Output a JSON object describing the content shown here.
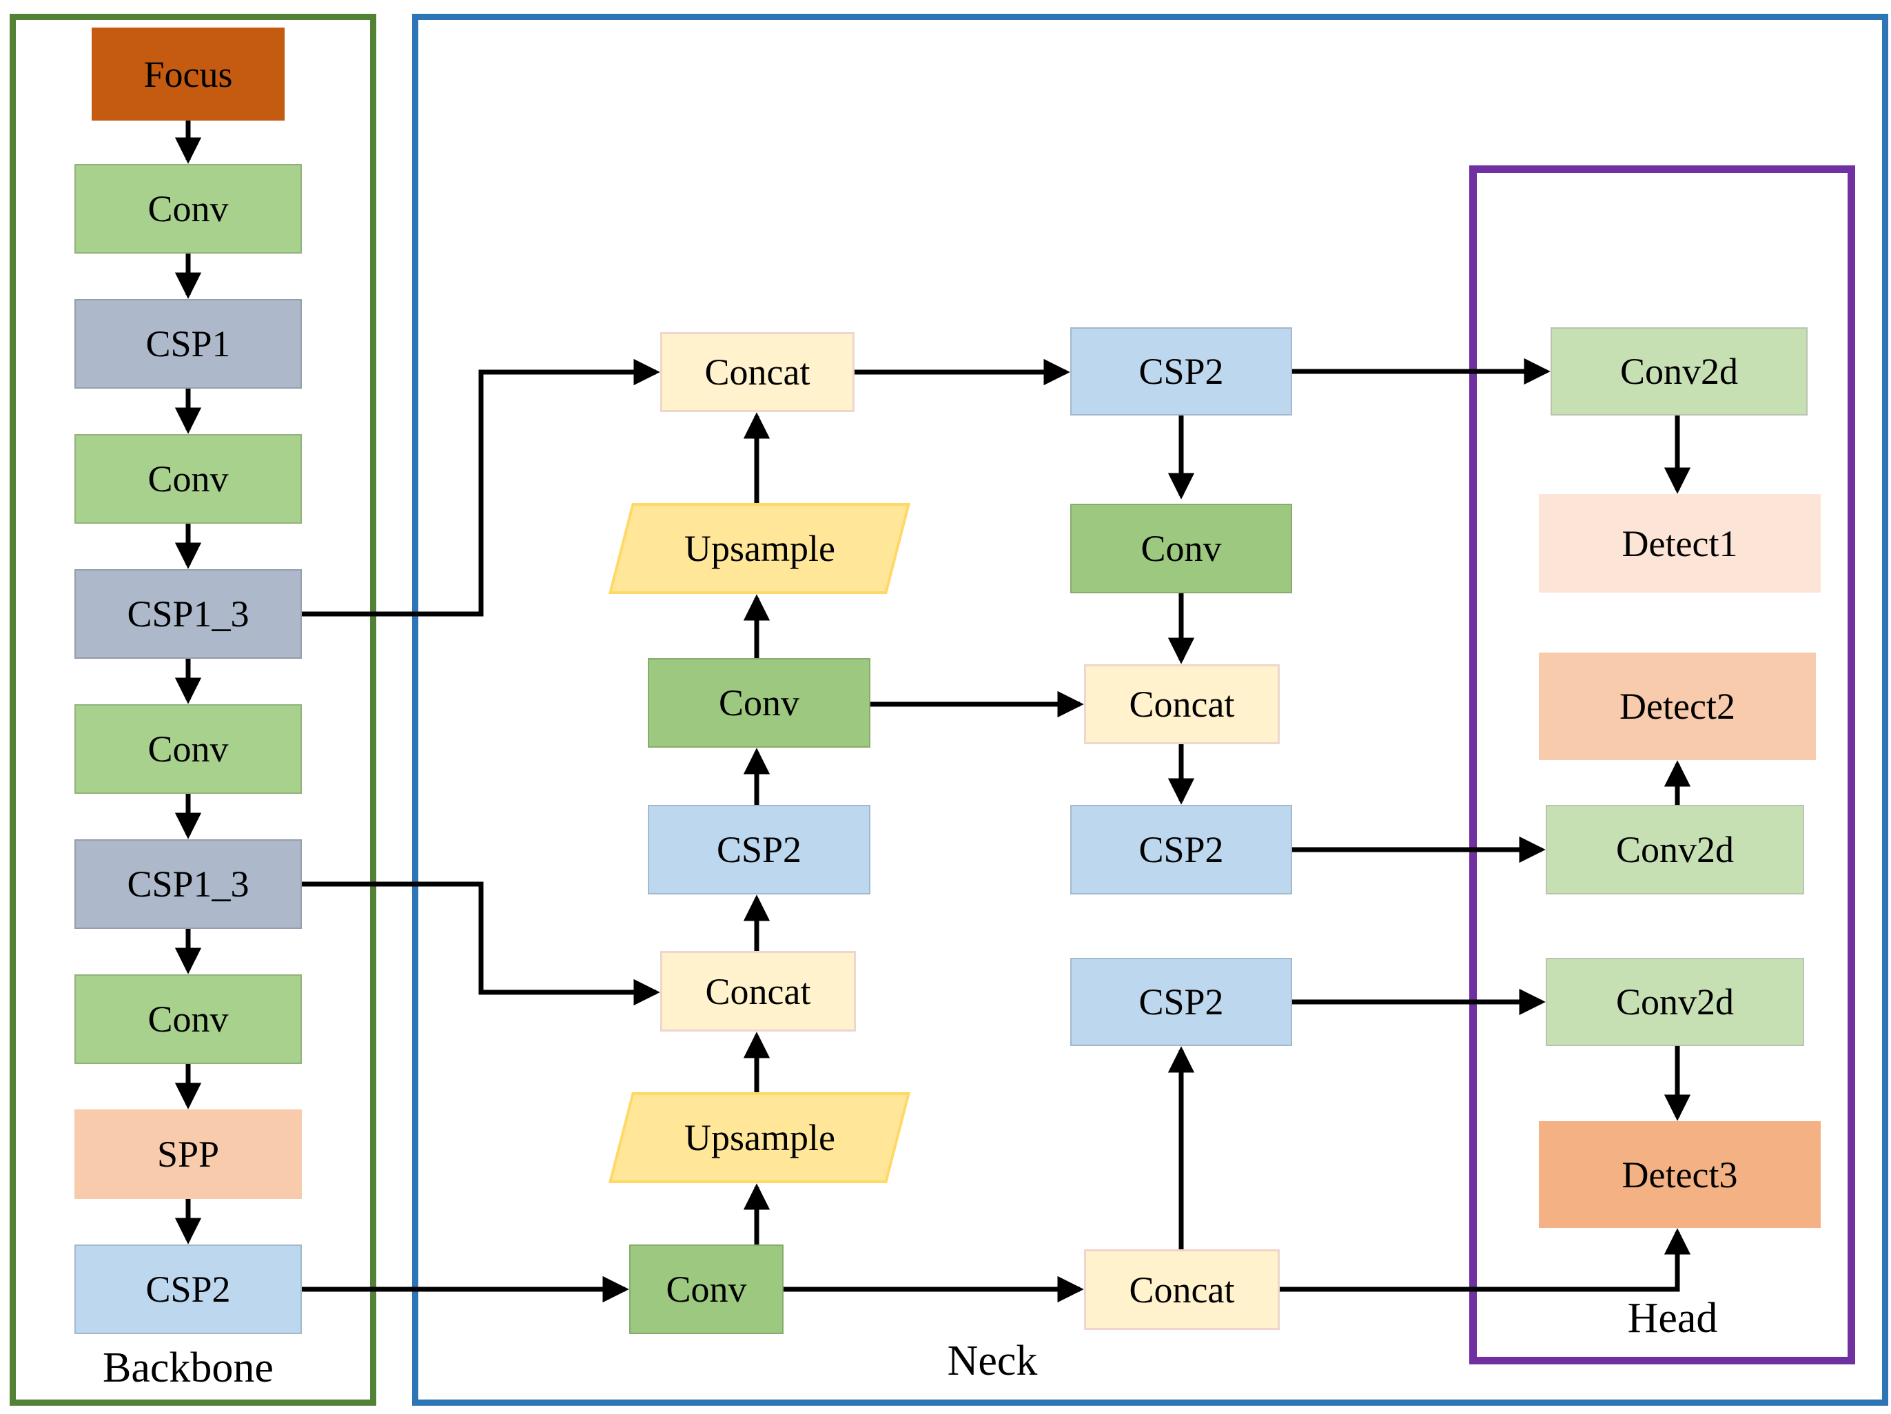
{
  "palette": {
    "focus_fill": "#C55A11",
    "conv_backbone_fill": "#A9D18E",
    "conv_neck_fill": "#9CC87F",
    "conv2d_fill": "#C6E0B4",
    "csp1_fill": "#ADB9CA",
    "csp2_fill": "#BDD7EE",
    "spp_fill": "#F8CBAD",
    "concat_fill": "#FFF2CC",
    "upsample_fill": "#FFE699",
    "upsample_border": "#FFD966",
    "detect1_fill": "#FCE4D6",
    "detect2_fill": "#F8CBAD",
    "detect3_fill": "#F4B183",
    "backbone_border": "#538135",
    "neck_border": "#2E75B6",
    "head_border": "#7030A0",
    "arrow_color": "#000000"
  },
  "sections": {
    "backbone": {
      "label": "Backbone"
    },
    "neck": {
      "label": "Neck"
    },
    "head": {
      "label": "Head"
    }
  },
  "nodes": {
    "focus": {
      "label": "Focus"
    },
    "conv_b1": {
      "label": "Conv"
    },
    "csp1": {
      "label": "CSP1"
    },
    "conv_b2": {
      "label": "Conv"
    },
    "csp1_3a": {
      "label": "CSP1_3"
    },
    "conv_b3": {
      "label": "Conv"
    },
    "csp1_3b": {
      "label": "CSP1_3"
    },
    "conv_b4": {
      "label": "Conv"
    },
    "spp": {
      "label": "SPP"
    },
    "csp2_b": {
      "label": "CSP2"
    },
    "concat_top": {
      "label": "Concat"
    },
    "upsample_top": {
      "label": "Upsample"
    },
    "conv_mid": {
      "label": "Conv"
    },
    "csp2_mid": {
      "label": "CSP2"
    },
    "concat_mid": {
      "label": "Concat"
    },
    "upsample_bot": {
      "label": "Upsample"
    },
    "conv_bot": {
      "label": "Conv"
    },
    "csp2_rt": {
      "label": "CSP2"
    },
    "conv_rt": {
      "label": "Conv"
    },
    "concat_rt": {
      "label": "Concat"
    },
    "csp2_rm": {
      "label": "CSP2"
    },
    "csp2_rl": {
      "label": "CSP2"
    },
    "concat_bot": {
      "label": "Concat"
    },
    "conv2d_1": {
      "label": "Conv2d"
    },
    "detect1": {
      "label": "Detect1"
    },
    "detect2": {
      "label": "Detect2"
    },
    "conv2d_2": {
      "label": "Conv2d"
    },
    "conv2d_3": {
      "label": "Conv2d"
    },
    "detect3": {
      "label": "Detect3"
    }
  },
  "edges": [
    {
      "from": "focus",
      "to": "conv_b1"
    },
    {
      "from": "conv_b1",
      "to": "csp1"
    },
    {
      "from": "csp1",
      "to": "conv_b2"
    },
    {
      "from": "conv_b2",
      "to": "csp1_3a"
    },
    {
      "from": "csp1_3a",
      "to": "conv_b3"
    },
    {
      "from": "conv_b3",
      "to": "csp1_3b"
    },
    {
      "from": "csp1_3b",
      "to": "conv_b4"
    },
    {
      "from": "conv_b4",
      "to": "spp"
    },
    {
      "from": "spp",
      "to": "csp2_b"
    },
    {
      "from": "csp1_3a",
      "to": "concat_top"
    },
    {
      "from": "csp1_3b",
      "to": "concat_mid"
    },
    {
      "from": "csp2_b",
      "to": "conv_bot"
    },
    {
      "from": "conv_bot",
      "to": "upsample_bot"
    },
    {
      "from": "upsample_bot",
      "to": "concat_mid"
    },
    {
      "from": "concat_mid",
      "to": "csp2_mid"
    },
    {
      "from": "csp2_mid",
      "to": "conv_mid"
    },
    {
      "from": "conv_mid",
      "to": "upsample_top"
    },
    {
      "from": "upsample_top",
      "to": "concat_top"
    },
    {
      "from": "concat_top",
      "to": "csp2_rt"
    },
    {
      "from": "csp2_rt",
      "to": "conv_rt"
    },
    {
      "from": "conv_rt",
      "to": "concat_rt"
    },
    {
      "from": "conv_mid",
      "to": "concat_rt"
    },
    {
      "from": "concat_rt",
      "to": "csp2_rm"
    },
    {
      "from": "conv_bot",
      "to": "concat_bot"
    },
    {
      "from": "concat_bot",
      "to": "csp2_rl"
    },
    {
      "from": "csp2_rt",
      "to": "conv2d_1"
    },
    {
      "from": "csp2_rm",
      "to": "conv2d_2"
    },
    {
      "from": "csp2_rl",
      "to": "conv2d_3"
    },
    {
      "from": "conv2d_1",
      "to": "detect1"
    },
    {
      "from": "conv2d_2",
      "to": "detect2"
    },
    {
      "from": "conv2d_3",
      "to": "detect3"
    },
    {
      "from": "concat_bot",
      "to": "detect3"
    }
  ]
}
